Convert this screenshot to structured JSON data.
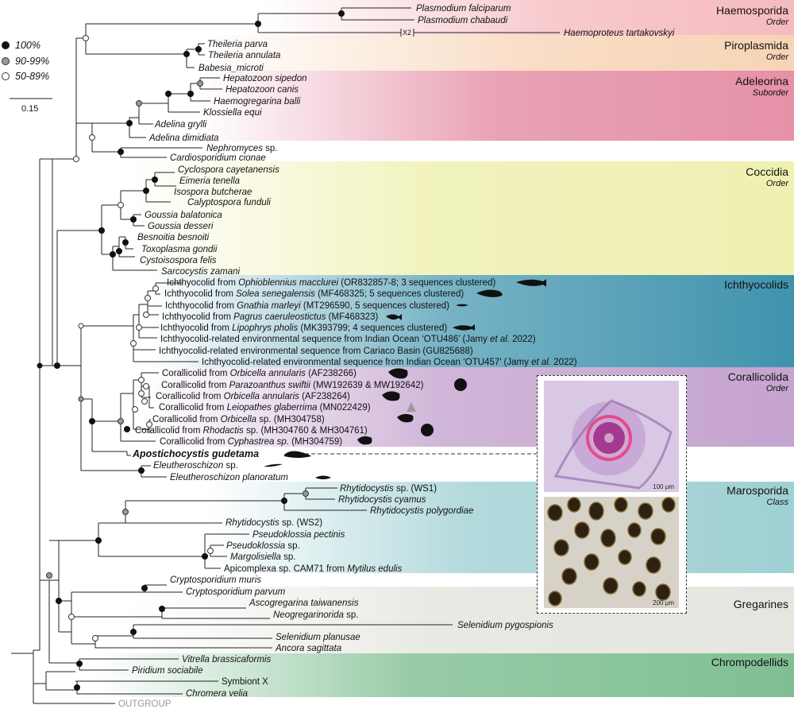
{
  "legend": {
    "support": [
      {
        "label": "100%",
        "fill": "#111111"
      },
      {
        "label": "90-99%",
        "fill": "#999999"
      },
      {
        "label": "50-89%",
        "fill": "#ffffff"
      }
    ],
    "scale_label": "0.15"
  },
  "groups": [
    {
      "name": "Haemosporida",
      "rank": "Order",
      "color": "#f4b3b8"
    },
    {
      "name": "Piroplasmida",
      "rank": "Order",
      "color": "#f7cfae"
    },
    {
      "name": "Adeleorina",
      "rank": "Suborder",
      "color": "#e48ba3"
    },
    {
      "name": "Coccidia",
      "rank": "Order",
      "color": "#eef0ad"
    },
    {
      "name": "Ichthyocolids",
      "rank": "",
      "color": "#3f93ad"
    },
    {
      "name": "Corallicolida",
      "rank": "Order",
      "color": "#c5a4cf"
    },
    {
      "name": "Marosporida",
      "rank": "Class",
      "color": "#9fd0d3"
    },
    {
      "name": "Gregarines",
      "rank": "",
      "color": "#e6e6e0"
    },
    {
      "name": "Chrompodellids",
      "rank": "",
      "color": "#7fbf92"
    }
  ],
  "tips": {
    "t1": "Plasmodium falciparum",
    "t2": "Plasmodium chabaudi",
    "t3": "Haemoproteus tartakovskyi",
    "t3_break": "X2",
    "t4": "Theileria parva",
    "t5": "Theileria annulata",
    "t6": "Babesia_microti",
    "t7": "Hepatozoon sipedon",
    "t8": "Hepatozoon canis",
    "t9": "Haemogregarina balli",
    "t10": "Klossiella equi",
    "t11": "Adelina grylli",
    "t12": "Adelina dimidiata",
    "t13": "Nephromyces",
    "t13_sp": "sp.",
    "t14": "Cardiosporidium cionae",
    "t15": "Cyclospora cayetanensis",
    "t16": "Eimeria tenella",
    "t17": "Isospora butcherae",
    "t18": "Calyptospora funduli",
    "t19": "Goussia balatonica",
    "t20": "Goussia desseri",
    "t21": "Besnoitia besnoiti",
    "t22": "Toxoplasma gondii",
    "t23": "Cystoisospora felis",
    "t24": "Sarcocystis zamani",
    "t25a": "Ichthyocolid from ",
    "t25b": "Ophioblennius macclurei",
    "t25c": " (OR832857-8; 3 sequences clustered)",
    "t26a": "Ichthyocolid from ",
    "t26b": "Solea senegalensis",
    "t26c": " (MF468325; 5 sequences clustered)",
    "t27a": "Ichthyocolid from ",
    "t27b": "Gnathia marleyi",
    "t27c": " (MT296590, 5 sequences clustered)",
    "t28a": "Ichthyocolid from ",
    "t28b": "Pagrus caeruleostictus",
    "t28c": " (MF468323)",
    "t29a": "Ichthyocolid from ",
    "t29b": "Lipophrys pholis",
    "t29c": " (MK393799; 4 sequences clustered)",
    "t30a": "Ichthyocolid-related environmental sequence from Indian Ocean ‘OTU486’ (Jamy ",
    "t30b": "et al.",
    "t30c": " 2022)",
    "t31": "Ichthyocolid-related environmental sequence from Cariaco Basin (GU825688)",
    "t32a": "Ichthyocolid-related environmental sequence from Indian Ocean ‘OTU457’ (Jamy ",
    "t32b": "et al.",
    "t32c": " 2022)",
    "t33a": "Corallicolid from ",
    "t33b": "Orbicella annularis",
    "t33c": " (AF238266)",
    "t34a": "Corallicolid from ",
    "t34b": "Parazoanthus swiftii",
    "t34c": " (MW192639 & MW192642)",
    "t35a": "Corallicolid from ",
    "t35b": "Orbicella annularis",
    "t35c": " (AF238264)",
    "t36a": "Corallicolid from ",
    "t36b": "Leiopathes glaberrima",
    "t36c": " (MN022429)",
    "t37a": "Corallicolid from ",
    "t37b": "Orbicella",
    "t37c": " sp. (MH304758)",
    "t38a": "Corallicolid from ",
    "t38b": "Rhodactis",
    "t38c": " sp. (MH304760 & MH304761)",
    "t39a": "Corallicolid from ",
    "t39b": "Cyphastrea sp.",
    "t39c": " (MH304759)",
    "t40": "Apostichocystis gudetama",
    "t41": "Eleutheroschizon",
    "t41_sp": "sp.",
    "t42": "Eleutheroschizon planoratum",
    "t43": "Rhytidocystis",
    "t43_sp": "sp. (WS1)",
    "t44": "Rhytidocystis cyamus",
    "t45": "Rhytidocystis polygordiae",
    "t46": "Rhytidocystis",
    "t46_sp": "sp. (WS2)",
    "t47": "Pseudoklossia pectinis",
    "t48": "Pseudoklossia",
    "t48_sp": "sp.",
    "t49": "Margolisiella",
    "t49_sp": "sp.",
    "t50a": "Apicomplexa sp. CAM71 from ",
    "t50b": "Mytilus edulis",
    "t51": "Cryptosporidium muris",
    "t52": "Cryptosporidium parvum",
    "t53": "Ascogregarina taiwanensis",
    "t54": "Neogregarinorida",
    "t54_sp": "sp.",
    "t55": "Selenidium pygospionis",
    "t56": "Selenidium planusae",
    "t57": "Ancora sagittata",
    "t58": "Vitrella brassicaformis",
    "t59": "Piridium sociabile",
    "t60": "Symbiont X",
    "t61": "Chromera velia",
    "t62": "OUTGROUP"
  },
  "inset": {
    "top_scale": "100 μm",
    "bottom_scale": "200 μm"
  }
}
